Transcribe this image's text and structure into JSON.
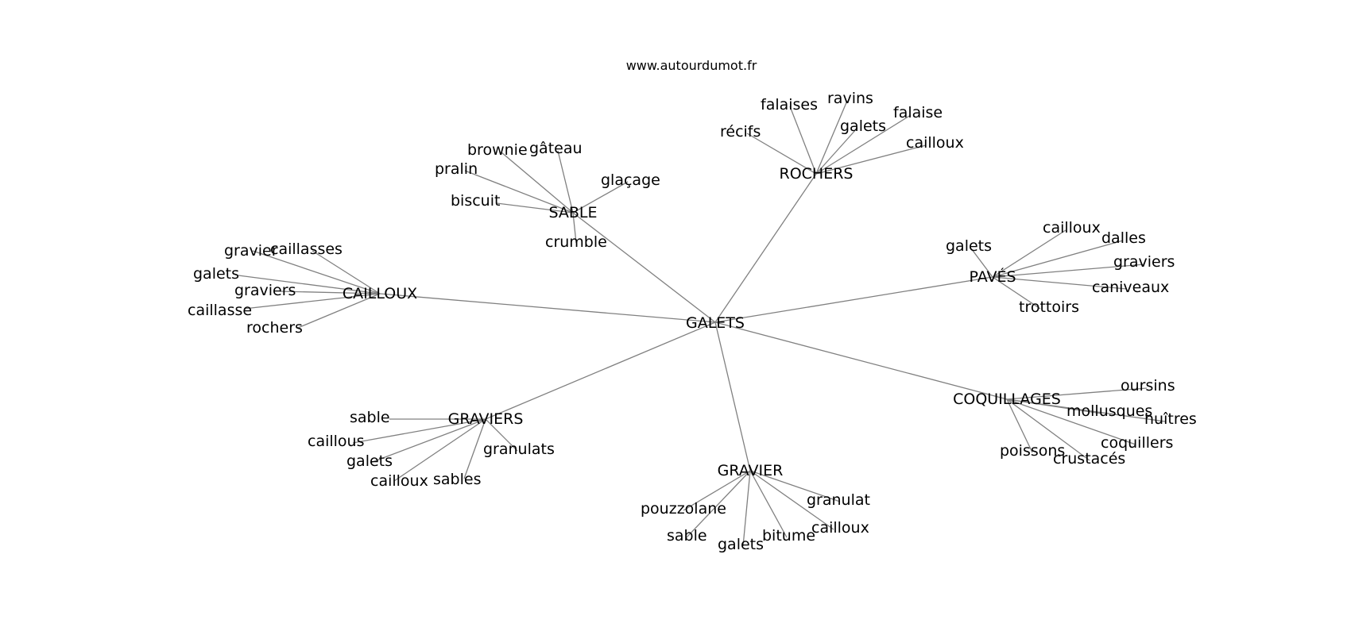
{
  "source": "www.autourdumot.fr",
  "root": "GALETS",
  "edge_color": "#808080",
  "clusters": [
    {
      "hub": "CAILLOUX",
      "leaves": [
        "gravier",
        "caillasses",
        "galets",
        "graviers",
        "caillasse",
        "rochers"
      ]
    },
    {
      "hub": "SABLE",
      "leaves": [
        "brownie",
        "gâteau",
        "pralin",
        "glaçage",
        "biscuit",
        "crumble"
      ]
    },
    {
      "hub": "ROCHERS",
      "leaves": [
        "falaises",
        "ravins",
        "récifs",
        "galets",
        "falaise",
        "cailloux"
      ]
    },
    {
      "hub": "PAVÉS",
      "leaves": [
        "cailloux",
        "dalles",
        "galets",
        "graviers",
        "caniveaux",
        "trottoirs"
      ]
    },
    {
      "hub": "COQUILLAGES",
      "leaves": [
        "oursins",
        "mollusques",
        "huîtres",
        "coquillers",
        "poissons",
        "crustacés"
      ]
    },
    {
      "hub": "GRAVIER",
      "leaves": [
        "granulat",
        "pouzzolane",
        "cailloux",
        "sable",
        "bitume",
        "galets"
      ]
    },
    {
      "hub": "GRAVIERS",
      "leaves": [
        "sable",
        "caillous",
        "galets",
        "granulats",
        "cailloux",
        "sables"
      ]
    }
  ]
}
